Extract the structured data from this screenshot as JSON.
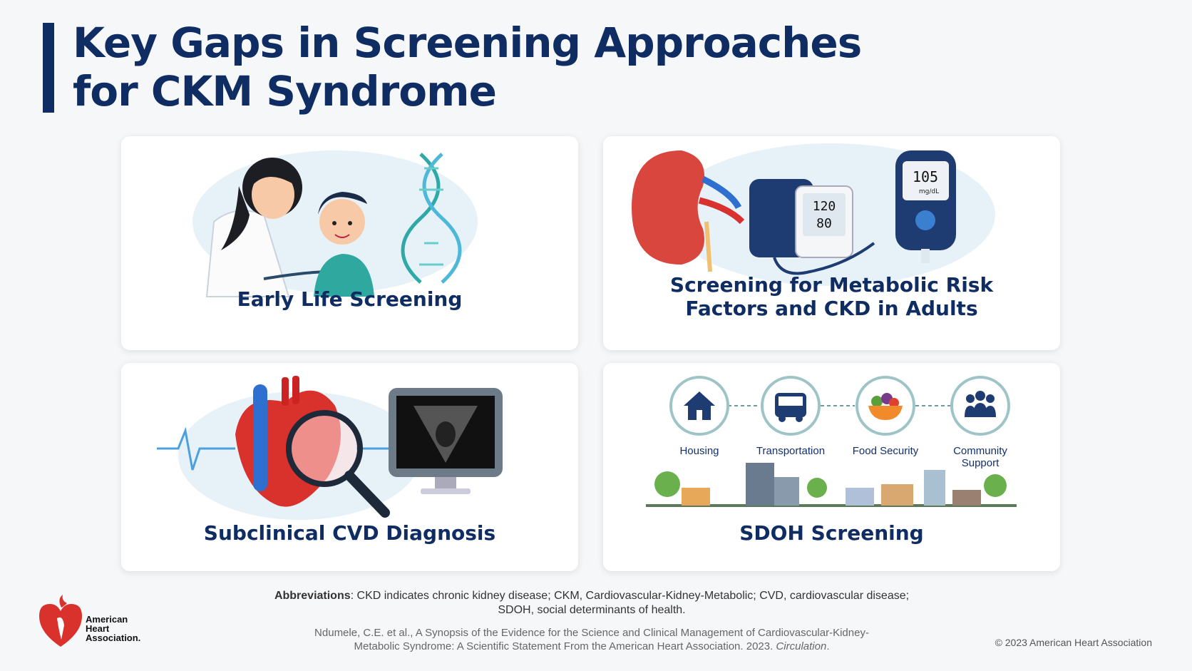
{
  "title": {
    "line1": "Key Gaps in Screening Approaches",
    "line2": "for CKM Syndrome"
  },
  "cards": {
    "early_life": {
      "label": "Early Life Screening"
    },
    "metabolic": {
      "label_line1": "Screening for Metabolic Risk",
      "label_line2": "Factors and CKD in Adults",
      "bp_systolic": "120",
      "bp_diastolic": "80",
      "glucose_value": "105",
      "glucose_unit": "mg/dL"
    },
    "cvd": {
      "label": "Subclinical CVD Diagnosis"
    },
    "sdoh": {
      "label": "SDOH Screening",
      "items": [
        {
          "label": "Housing",
          "icon": "house-icon"
        },
        {
          "label": "Transportation",
          "icon": "bus-icon"
        },
        {
          "label": "Food Security",
          "icon": "food-bowl-icon"
        },
        {
          "label_line1": "Community",
          "label_line2": "Support",
          "icon": "people-icon"
        }
      ]
    }
  },
  "footer": {
    "abbr_heading": "Abbreviations",
    "abbr_text": ": CKD indicates chronic kidney disease; CKM, Cardiovascular-Kidney-Metabolic; CVD, cardiovascular disease;",
    "abbr_text2": "SDOH, social determinants of health.",
    "cite_line1": "Ndumele, C.E. et al., A Synopsis of the Evidence for the Science and Clinical Management of Cardiovascular-Kidney-",
    "cite_line2": "Metabolic Syndrome: A Scientific Statement From the American Heart Association. 2023.",
    "cite_journal": "Circulation",
    "copyright": "© 2023 American Heart Association"
  },
  "logo": {
    "line1": "American",
    "line2": "Heart",
    "line3": "Association."
  },
  "colors": {
    "navy": "#0f2d63",
    "teal": "#2fa8a8",
    "red": "#d9312b",
    "card_bg": "#ffffff",
    "page_bg": "#f6f7f9"
  }
}
